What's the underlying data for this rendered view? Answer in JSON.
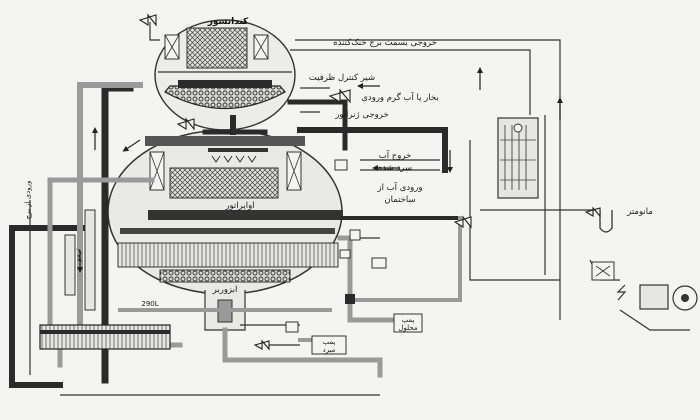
{
  "labels": {
    "condenser": "کندانسور",
    "dryer_out": "خروجی بسمت برج خنک‌کننده",
    "capacity_valve": "شیر کنترل ظرفیت",
    "steam_in": "بخار یا آب گرم ورودی",
    "generator_out": "خروجی ژنراتور",
    "chilled_out_1": "خروج آب",
    "chilled_out_2": "سرد شده",
    "building_in_1": "ورودی آب از",
    "building_in_2": "ساختمان",
    "evaporator": "اواپراتور",
    "absorber": "ابزوربر",
    "tower_in": "ورودی از برج",
    "sensor": "ترمو",
    "code": "290L",
    "manometer": "مانومتر",
    "pump1_1": "پمپ",
    "pump1_2": "محلول",
    "pump2_1": "پمپ",
    "pump2_2": "مبرد"
  },
  "colors": {
    "dark_pipe": "#2a2a2a",
    "grey_pipe": "#9a9a9a",
    "vessel": "#e9e9e6"
  }
}
